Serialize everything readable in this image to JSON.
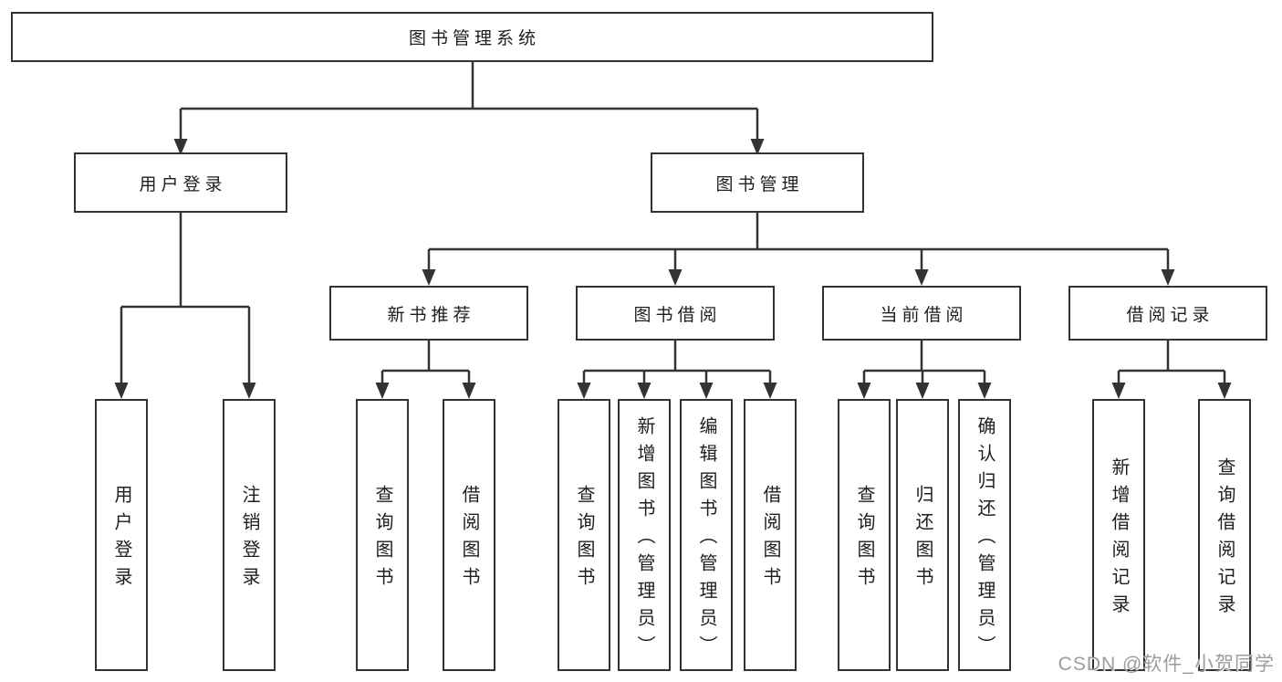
{
  "tree": {
    "label": "图书管理系统",
    "children": [
      {
        "label": "用户登录",
        "children": [
          {
            "label": "用户登录"
          },
          {
            "label": "注销登录"
          }
        ]
      },
      {
        "label": "图书管理",
        "children": [
          {
            "label": "新书推荐",
            "children": [
              {
                "label": "查询图书"
              },
              {
                "label": "借阅图书"
              }
            ]
          },
          {
            "label": "图书借阅",
            "children": [
              {
                "label": "查询图书"
              },
              {
                "label": "新增图书（管理员）"
              },
              {
                "label": "编辑图书（管理员）"
              },
              {
                "label": "借阅图书"
              }
            ]
          },
          {
            "label": "当前借阅",
            "children": [
              {
                "label": "查询图书"
              },
              {
                "label": "归还图书"
              },
              {
                "label": "确认归还（管理员）"
              }
            ]
          },
          {
            "label": "借阅记录",
            "children": [
              {
                "label": "新增借阅记录"
              },
              {
                "label": "查询借阅记录"
              }
            ]
          }
        ]
      }
    ]
  },
  "watermark": {
    "text": "CSDN @软件_小贺同学"
  },
  "colors": {
    "line": "#333333",
    "text": "#1e1e1e",
    "box_background": "#ffffff",
    "watermark": "#9c9c9c"
  }
}
